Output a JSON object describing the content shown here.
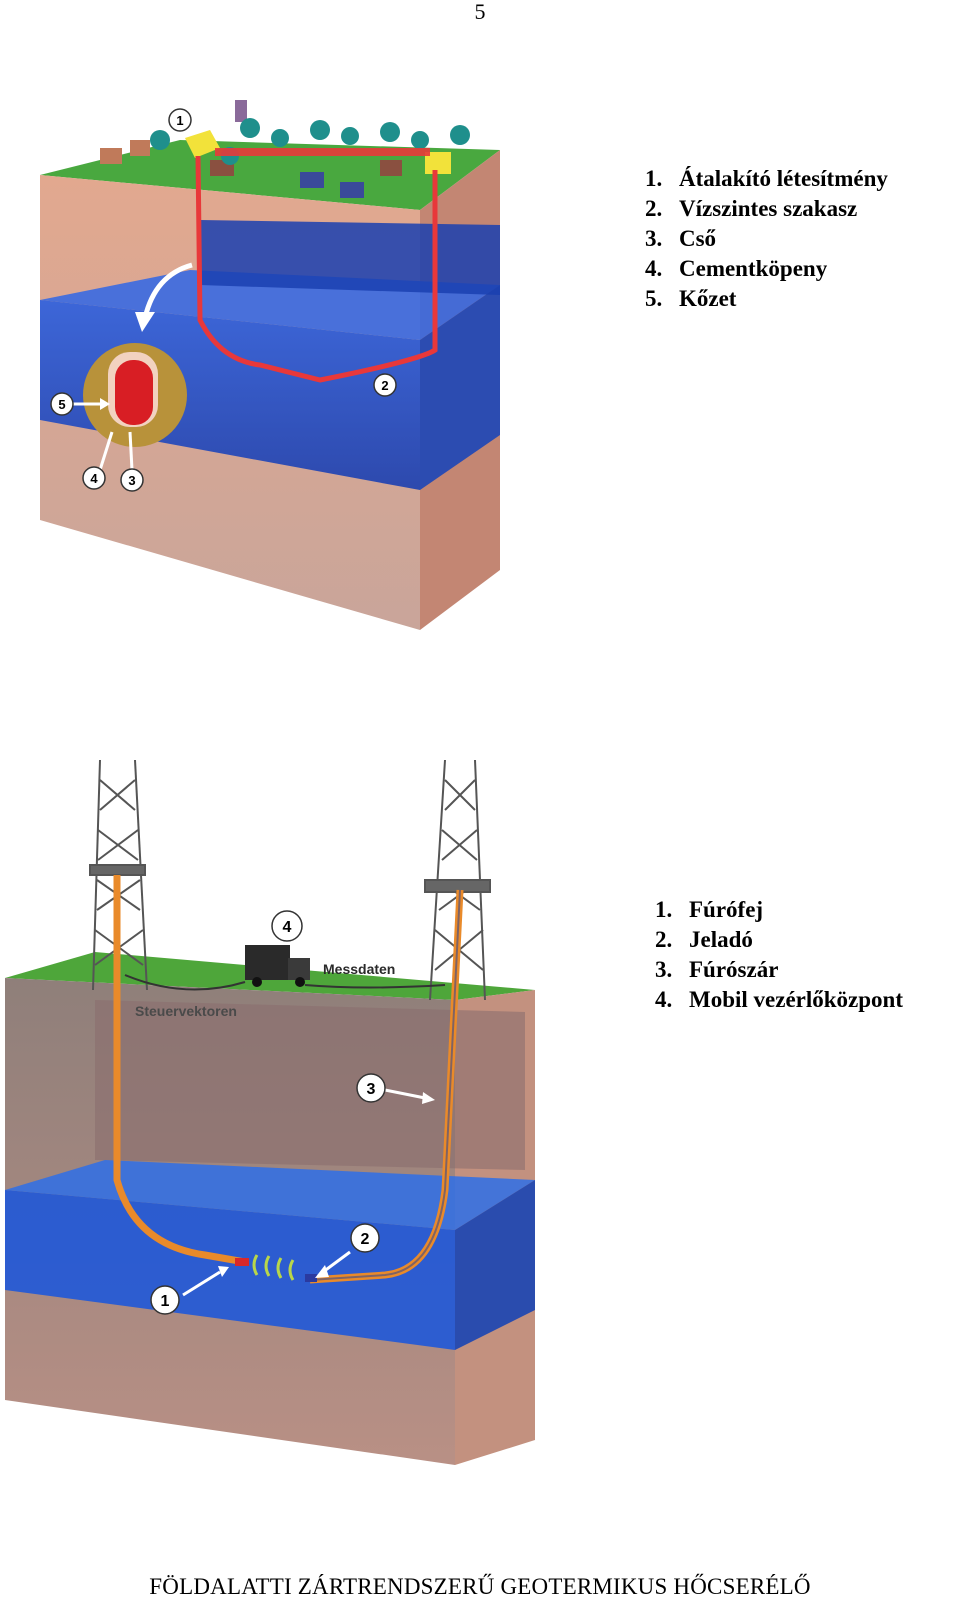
{
  "page": {
    "number": "5"
  },
  "figure1": {
    "callouts": [
      "1",
      "2",
      "3",
      "4",
      "5"
    ],
    "legend": [
      {
        "num": "1.",
        "text": "Átalakító létesítmény"
      },
      {
        "num": "2.",
        "text": "Vízszintes szakasz"
      },
      {
        "num": "3.",
        "text": "Cső"
      },
      {
        "num": "4.",
        "text": "Cementköpeny"
      },
      {
        "num": "5.",
        "text": "Kőzet"
      }
    ]
  },
  "figure2": {
    "callouts": [
      "1",
      "2",
      "3",
      "4"
    ],
    "labels": {
      "steuervektoren": "Steuervektoren",
      "messdaten": "Messdaten"
    },
    "legend": [
      {
        "num": "1.",
        "text": "Fúrófej"
      },
      {
        "num": "2.",
        "text": "Jeladó"
      },
      {
        "num": "3.",
        "text": "Fúrószár"
      },
      {
        "num": "4.",
        "text": "Mobil vezérlőközpont"
      }
    ]
  },
  "footer": {
    "text": "FÖLDALATTI ZÁRTRENDSZERŰ GEOTERMIKUS HŐCSERÉLŐ"
  },
  "colors": {
    "ground": "#3aa03a",
    "rock": "#d9a08a",
    "water": "#1e52d8",
    "pipe": "#e8383a",
    "drillstring": "#e98a2a"
  }
}
